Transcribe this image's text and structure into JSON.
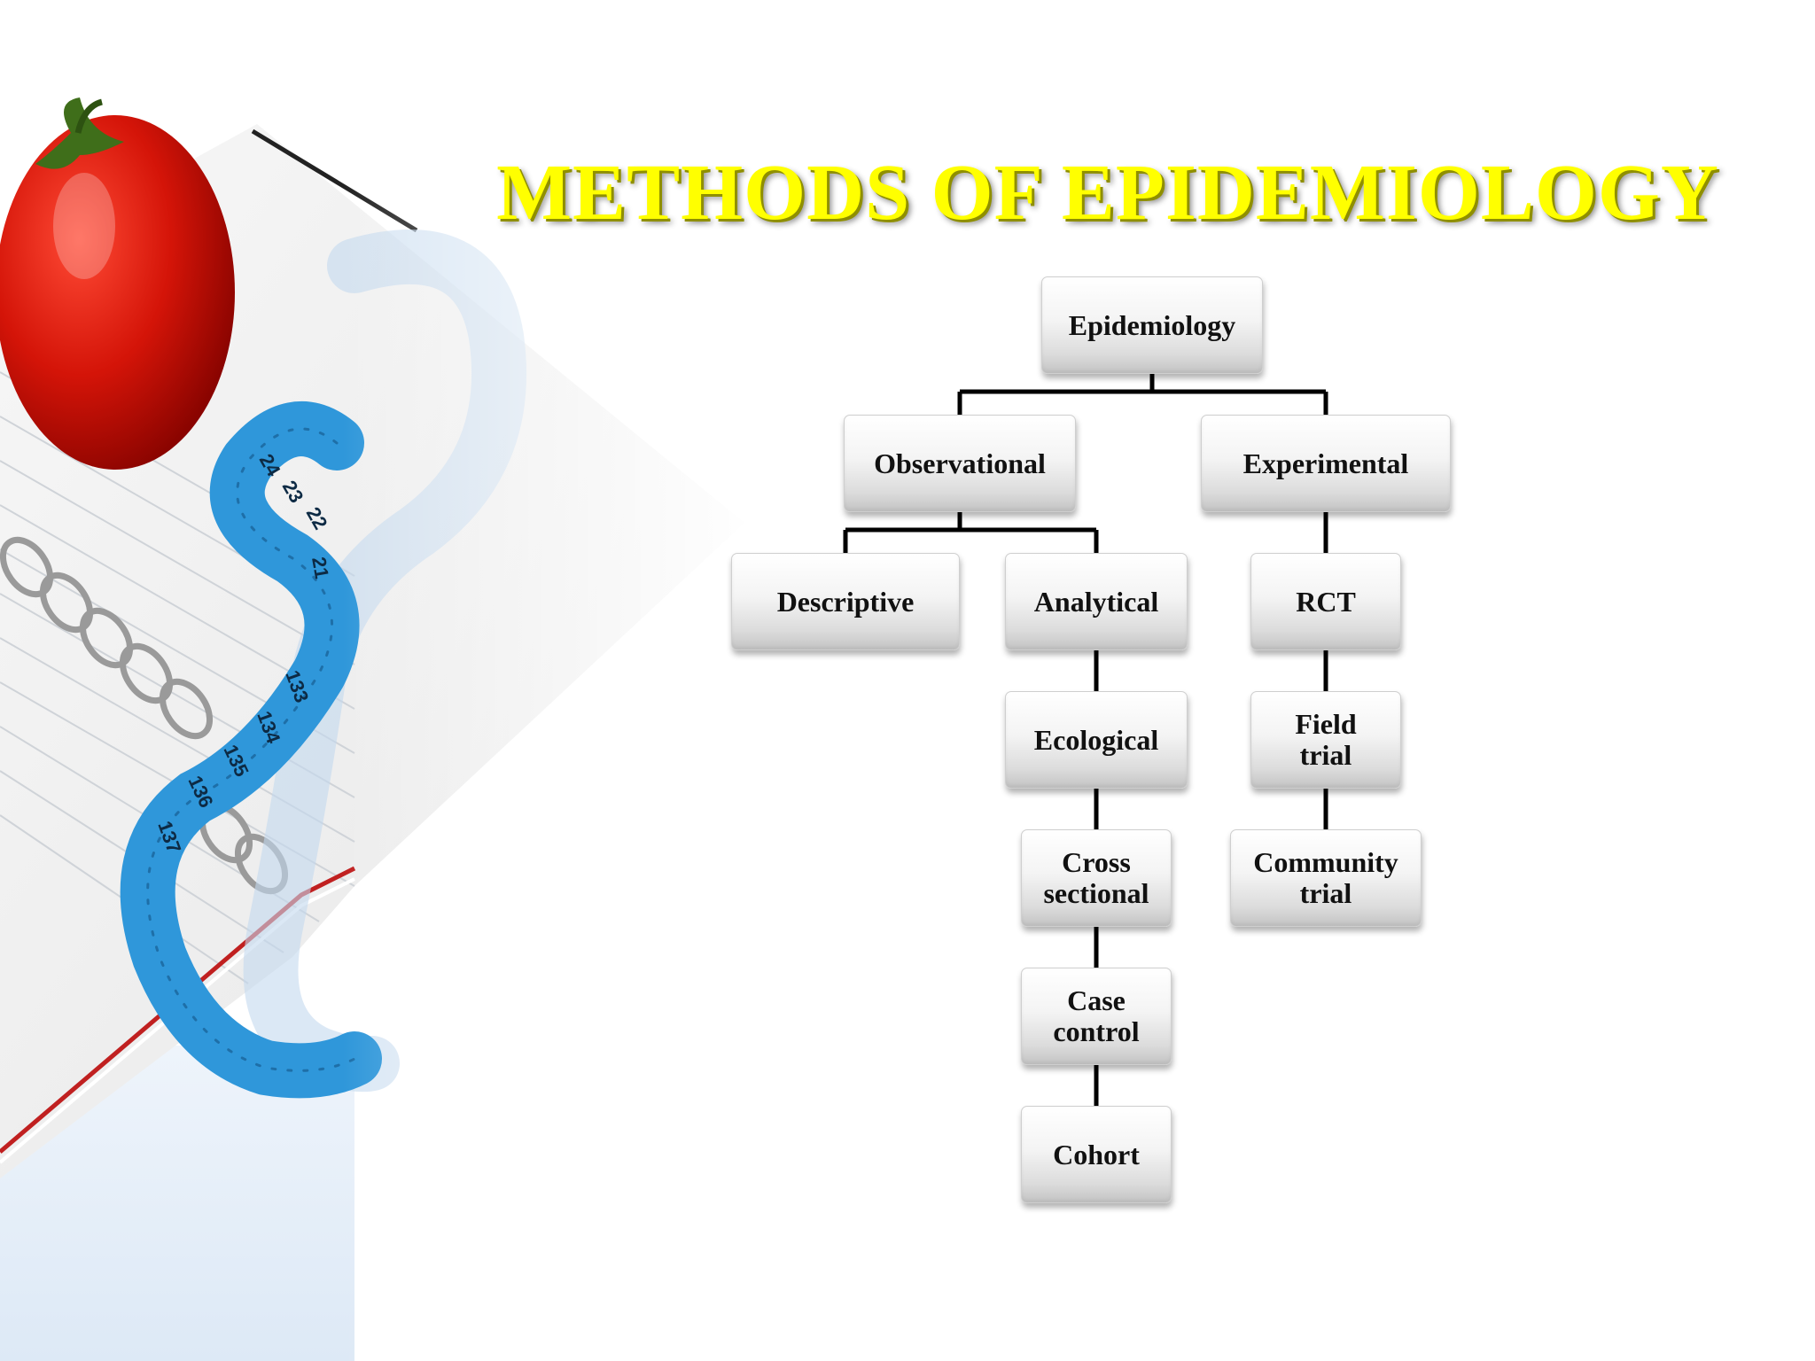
{
  "slide": {
    "title": "METHODS OF EPIDEMIOLOGY",
    "title_color": "#ffff00"
  },
  "diagram": {
    "root": "Epidemiology",
    "observational": {
      "label": "Observational",
      "descriptive": "Descriptive",
      "analytical": {
        "label": "Analytical",
        "types": [
          "Ecological",
          "Cross\nsectional",
          "Case\ncontrol",
          "Cohort"
        ]
      }
    },
    "experimental": {
      "label": "Experimental",
      "types": [
        "RCT",
        "Field\ntrial",
        "Community\ntrial"
      ]
    }
  },
  "decoration": {
    "tape_numbers": [
      "24",
      "23",
      "22",
      "21",
      "133",
      "134",
      "135",
      "136",
      "137"
    ]
  }
}
